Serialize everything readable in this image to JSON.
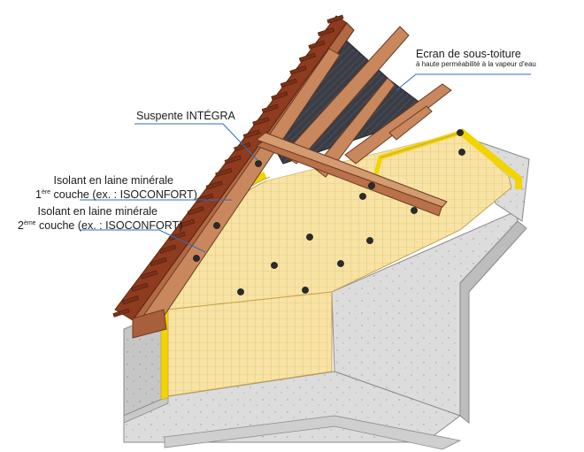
{
  "labels": {
    "ecran": {
      "title": "Ecran de sous-toiture",
      "subtitle": "à haute perméabilité à la vapeur d'eau"
    },
    "suspente": "Suspente INTÉGRA",
    "layer1": {
      "line1": "Isolant en laine minérale",
      "num": "1",
      "sup": "ère",
      "rest": " couche (ex. : ISOCONFORT)"
    },
    "layer2": {
      "line1": "Isolant en laine minérale",
      "num": "2",
      "sup": "ème",
      "rest": " couche (ex. : ISOCONFORT)"
    }
  },
  "colors": {
    "leader": "#2f6fbf",
    "insulation": "#f7e3a4",
    "membrane": "#f2d400",
    "timber": "#b26a45",
    "wall": "#d9d9d9",
    "tiles": "#8e3b1f",
    "underlay": "#3a3d45"
  }
}
